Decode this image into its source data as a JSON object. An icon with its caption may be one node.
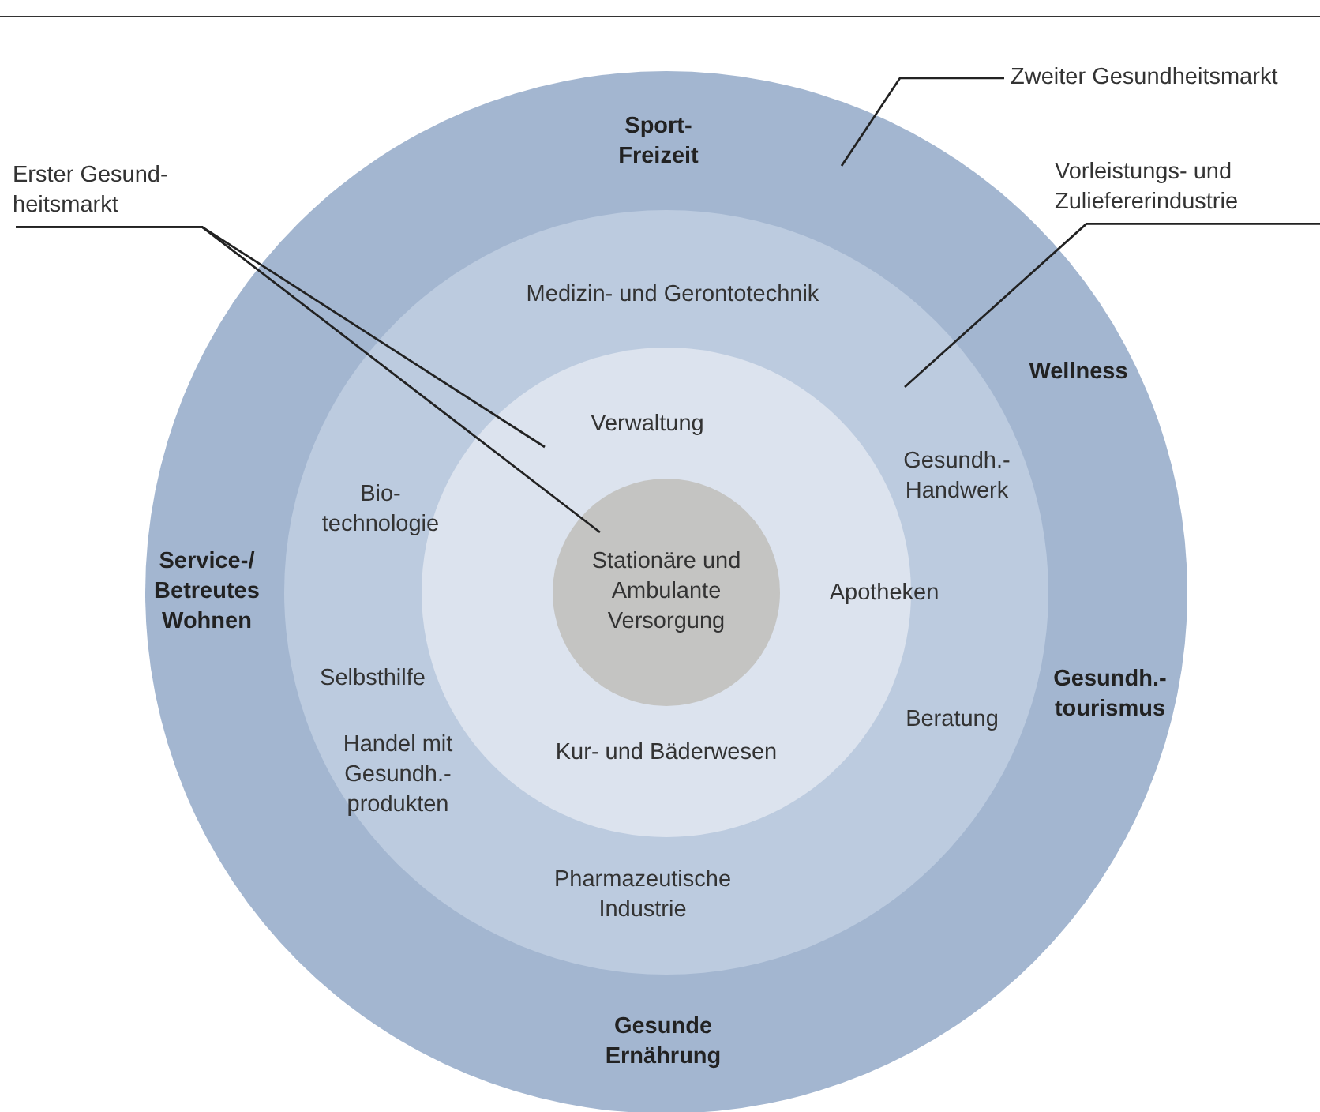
{
  "diagram": {
    "nodes": [
      {
        "text": [
          "Sport- Freizeit",
          "Wellness",
          "Gesundh.- tourismus",
          "Gesunde Ernährung",
          "Service-/ Betreutes Wohnen"
        ]
      },
      {
        "text": [
          "Medizin- und Gerontotechnik",
          "Bio- technologie",
          "Gesundh.- Handwerk",
          "Selbsthilfe",
          "Beratung",
          "Handel mit Gesundh.- produkten",
          "Pharmazeutische Industrie"
        ],
        "in": 0
      },
      {
        "text": [
          "Verwaltung",
          "Apotheken",
          "Kur- und Bäderwesen"
        ],
        "in": 1
      },
      {
        "text": [
          "Stationäre und Ambulante Versorgung"
        ],
        "in": 2
      },
      {
        "text": [
          "Erster Gesund- heitsmarkt"
        ]
      },
      {
        "text": [
          "Zweiter Gesundheitsmarkt"
        ]
      },
      {
        "text": [
          "Vorleistungs- und Zuliefererindustrie"
        ]
      }
    ],
    "edges": [
      {
        "from": 4,
        "to": 2,
        "arrow": "none"
      },
      {
        "from": 4,
        "to": 3,
        "arrow": "none"
      },
      {
        "from": 5,
        "to": 0,
        "arrow": "none"
      },
      {
        "from": 6,
        "to": 1,
        "arrow": "none"
      }
    ]
  }
}
